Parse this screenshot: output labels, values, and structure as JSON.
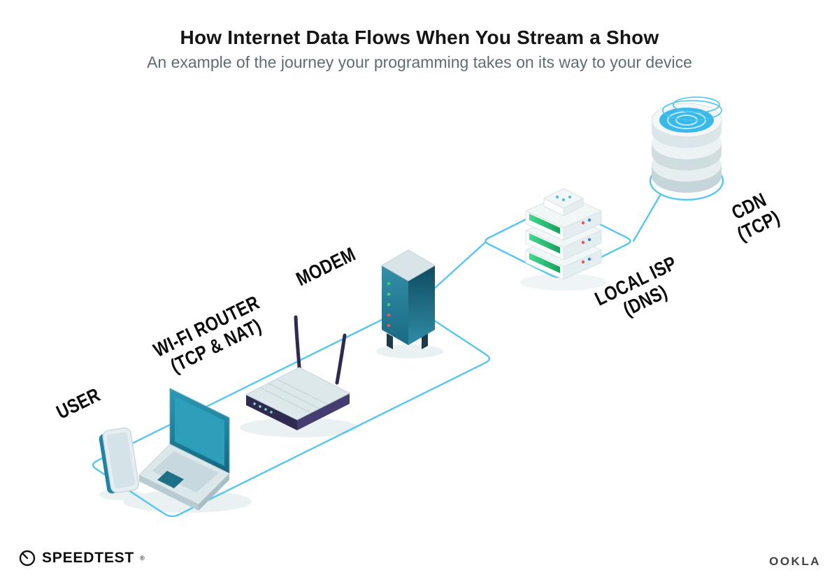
{
  "header": {
    "title": "How Internet Data Flows When You Stream a Show",
    "subtitle": "An example of the journey your programming takes on its way to your device"
  },
  "labels": {
    "user": {
      "line1": "USER"
    },
    "wifi_router": {
      "line1": "WI-FI ROUTER",
      "line2": "(TCP & NAT)"
    },
    "modem": {
      "line1": "MODEM"
    },
    "local_isp": {
      "line1": "LOCAL ISP",
      "line2": "(DNS)"
    },
    "cdn": {
      "line1": "CDN",
      "line2": "(TCP)"
    }
  },
  "flow_order": [
    "USER",
    "WI-FI ROUTER (TCP & NAT)",
    "MODEM",
    "LOCAL ISP (DNS)",
    "CDN (TCP)"
  ],
  "colors": {
    "connector_blue": "#55C6EE",
    "teal_dark": "#1E7E98",
    "device_gray": "#DDE8EB",
    "router_navy": "#2E2A50",
    "server_green": "#2FC47E",
    "cdn_blue": "#38B9E9",
    "led_green": "#3ECC84",
    "led_red": "#E0595C",
    "dot_blue": "#3C7FD0"
  },
  "modem_leds": [
    "#3ECC84",
    "#3ECC84",
    "#3ECC84",
    "#E0595C",
    "#E0595C"
  ],
  "footer": {
    "speedtest": "SPEEDTEST",
    "speedtest_mark": "®",
    "ookla": "OOKLA"
  }
}
